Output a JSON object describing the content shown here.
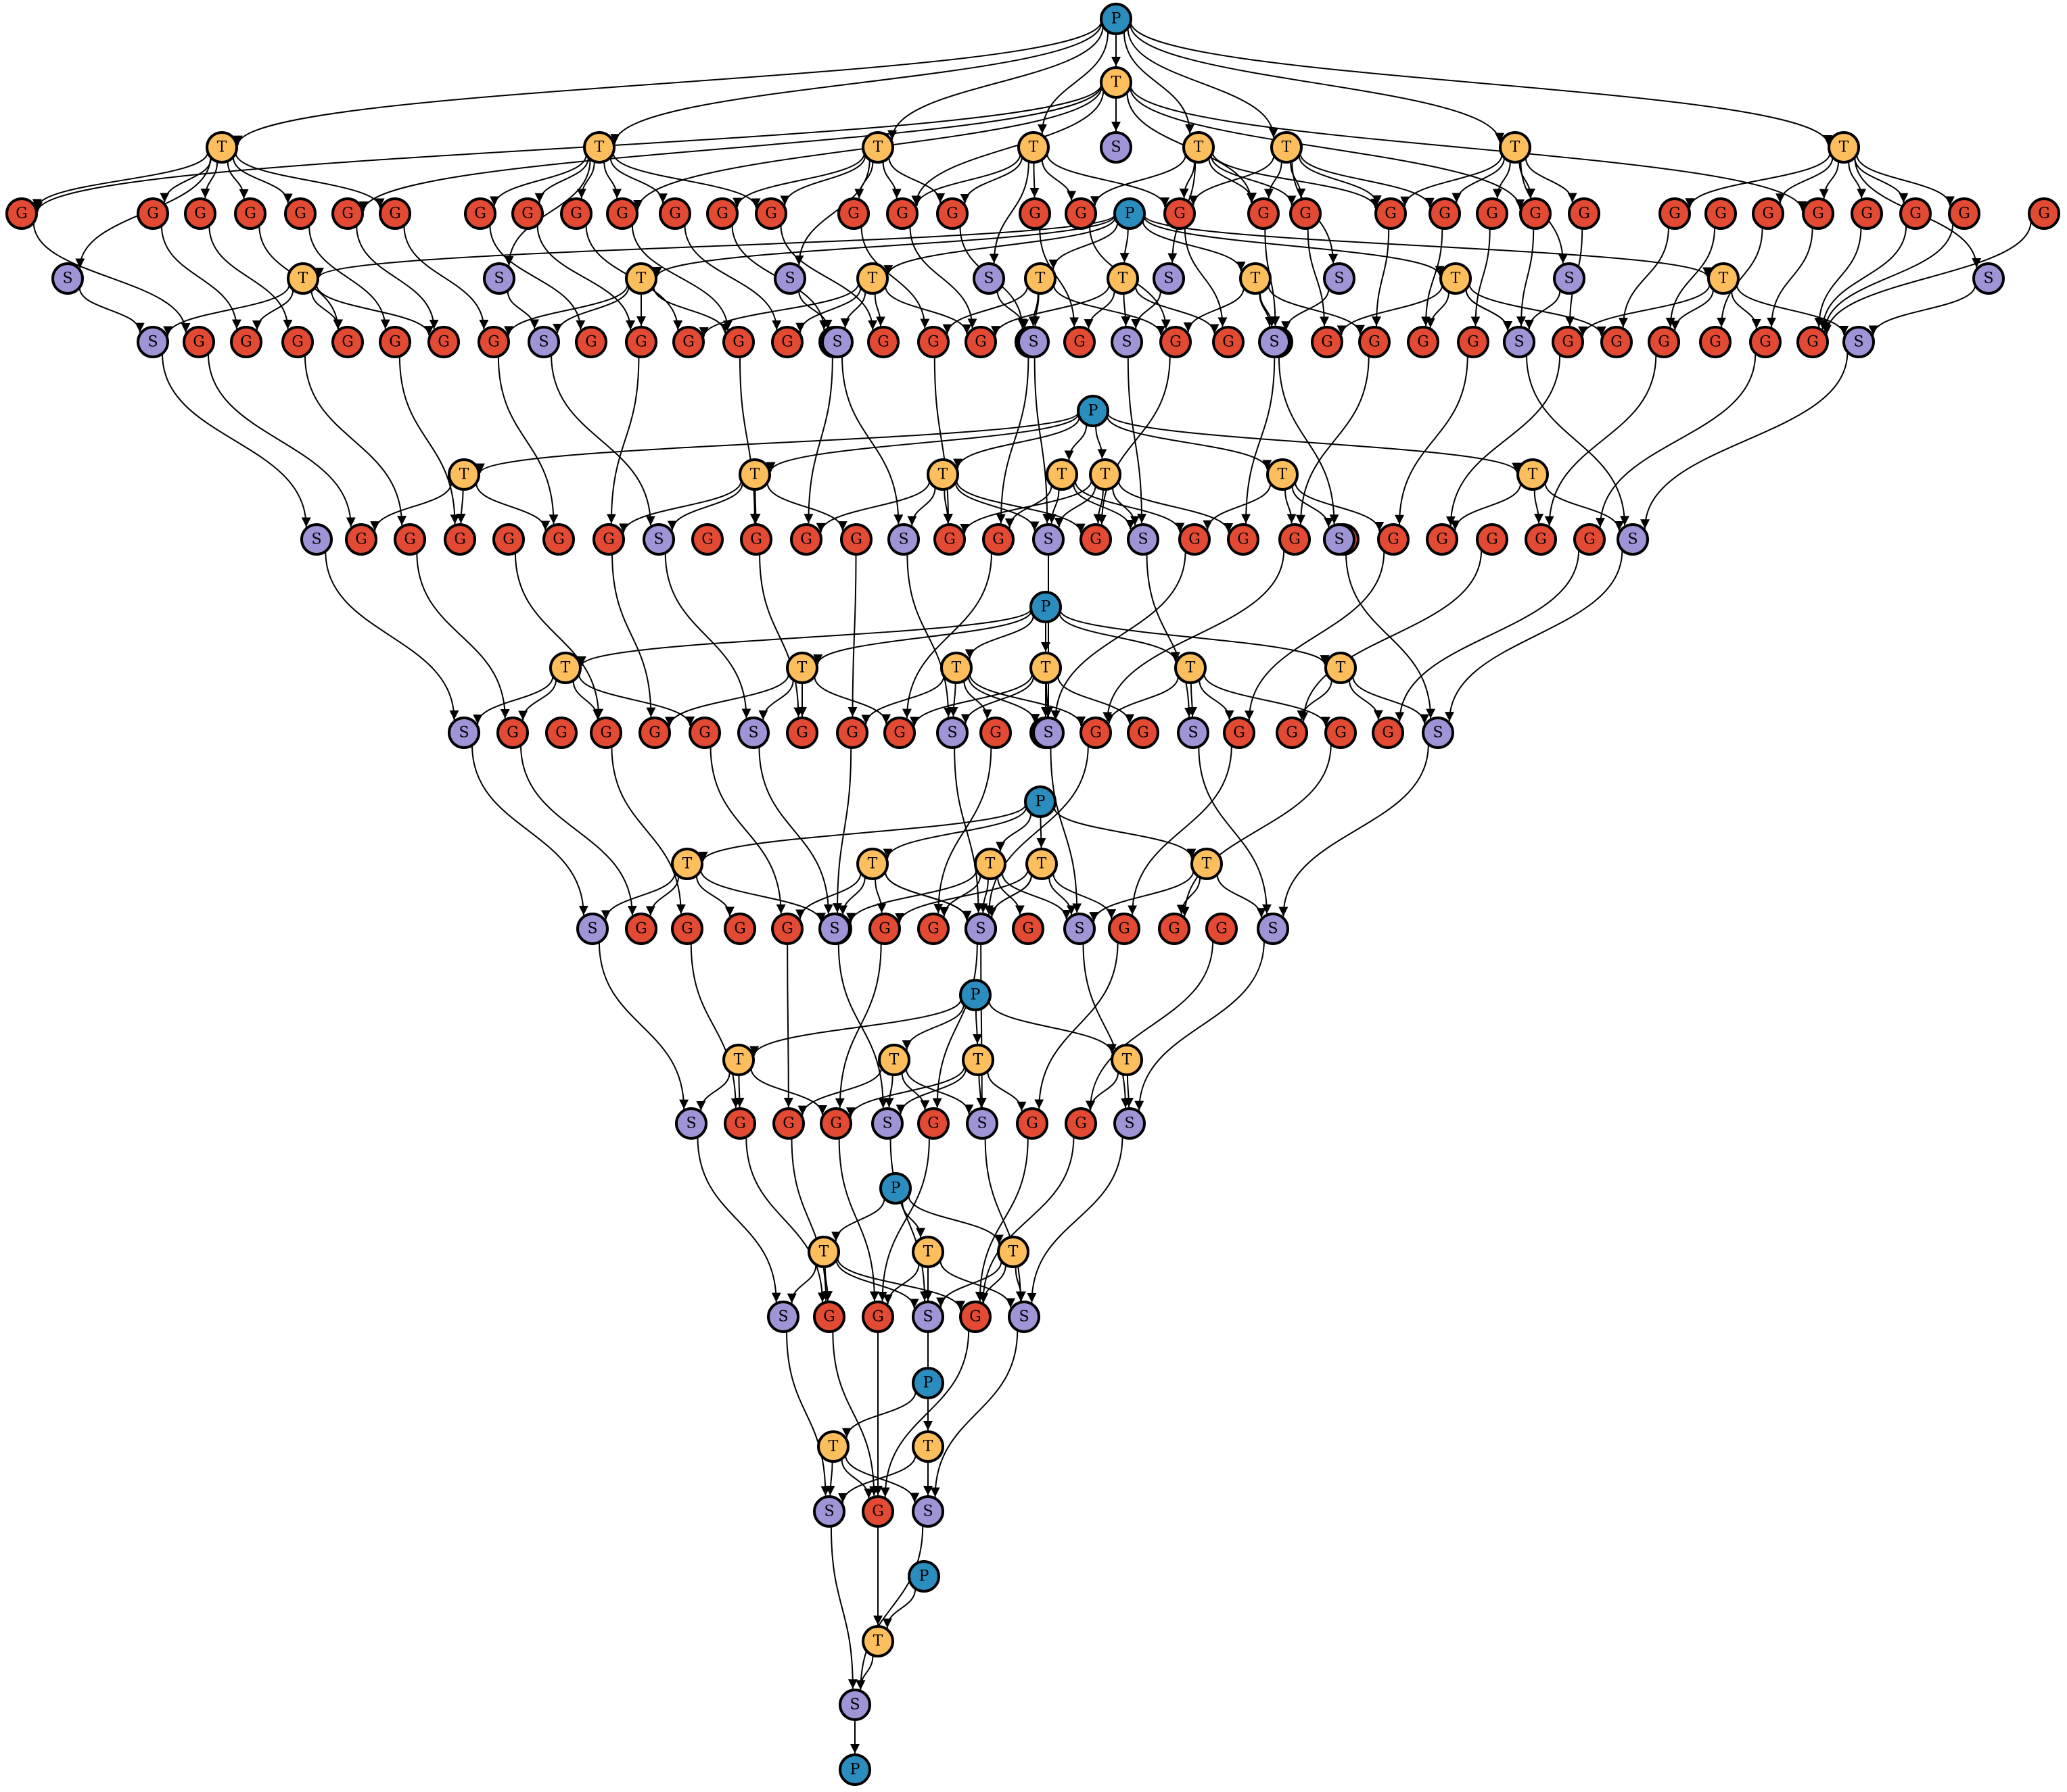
{
  "diagram": {
    "type": "directed-graph",
    "node_kinds": {
      "P": {
        "label": "P",
        "color": "#2b8cbe"
      },
      "T": {
        "label": "T",
        "color": "#fdbf5e"
      },
      "S": {
        "label": "S",
        "color": "#9e94d6"
      },
      "G": {
        "label": "G",
        "color": "#e34a33"
      }
    },
    "edge_color": "#000000",
    "node_stroke": "#000000"
  }
}
